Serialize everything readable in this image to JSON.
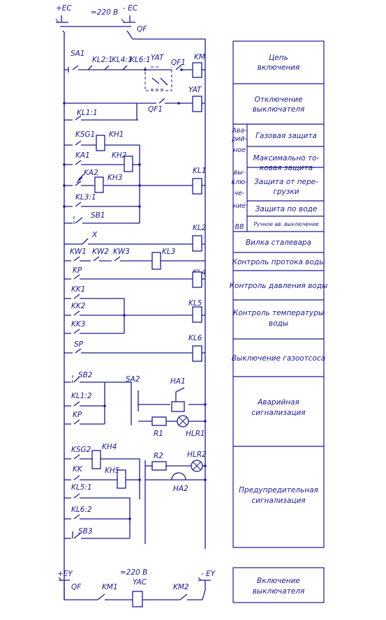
{
  "supply": {
    "top_plus": "+EC",
    "top_minus": "- EC",
    "top_voltage": "=220 В",
    "top_breaker": "QF",
    "bottom_plus": "+EY",
    "bottom_minus": "- EY",
    "bottom_voltage": "=220 В",
    "bottom_breaker": "QF"
  },
  "elements": {
    "SA1": "SA1",
    "KL2_1": "KL2:1",
    "KL4_1": "KL4:1",
    "KL6_1": "KL6:1",
    "YAT_top": "YAT",
    "QF1_top": "QF1",
    "KM_coil": "KM",
    "YAT_coil": "YAT",
    "QF1_mid": "QF1",
    "KL1_1": "KL1:1",
    "KSG1": "KSG1",
    "KH1": "KH1",
    "KA1": "KA1",
    "KH2": "KH2",
    "KA2": "KA2",
    "KH3": "KH3",
    "KL1_coil": "KL1",
    "KL3_1": "KL3:1",
    "SB1": "SB1",
    "X": "X",
    "KL2_coil": "KL2",
    "KW1": "KW1",
    "KW2": "KW2",
    "KW3": "KW3",
    "KL3_coil": "KL3",
    "KP1": "KP",
    "KL4_coil": "KL4",
    "KK1": "KK1",
    "KK2": "KK2",
    "KK3": "KK3",
    "KL5_coil": "KL5",
    "SP": "SP",
    "KL6_coil": "KL6",
    "SB2": "SB2",
    "SA2": "SA2",
    "HA1": "HA1",
    "KL1_2": "KL1:2",
    "KP2": "KP",
    "R1": "R1",
    "HLR1": "HLR1",
    "KSG2": "KSG2",
    "KH4": "KH4",
    "R2": "R2",
    "HLR2": "HLR2",
    "KK": "KK",
    "KH5": "KH5",
    "HA2": "HA2",
    "KL5_1": "KL5:1",
    "KL6_2": "KL6:2",
    "SB3": "SB3",
    "KM1": "KM1",
    "YAC": "YAC",
    "KM2": "KM2"
  },
  "table": {
    "c1": [
      "Цепь",
      "включения"
    ],
    "c2": [
      "Отключение",
      "выключателя"
    ],
    "vertical": [
      "Ава-",
      "рий-",
      "ное",
      "",
      "вы-",
      "клю-",
      "че-",
      "ние",
      "",
      "ВВ"
    ],
    "c3": [
      "Газовая защита"
    ],
    "c4": [
      "Максимально то-",
      "ковая защита"
    ],
    "c5": [
      "Защита от пере-",
      "грузки"
    ],
    "c6": [
      "Защита по воде"
    ],
    "c7": [
      "Ручное ав. выключение"
    ],
    "c8": [
      "Вилка сталевара"
    ],
    "c9": [
      "Контроль протока воды"
    ],
    "c10": [
      "Контроль давления воды"
    ],
    "c11": [
      "Контроль температуры",
      "воды"
    ],
    "c12": [
      "Выключение газоотсоса"
    ],
    "c13": [
      "Аварийная",
      "сигнализация"
    ],
    "c14": [
      "Предупредительная",
      "сигнализация"
    ],
    "c15": [
      "Включение",
      "выключателя"
    ]
  }
}
